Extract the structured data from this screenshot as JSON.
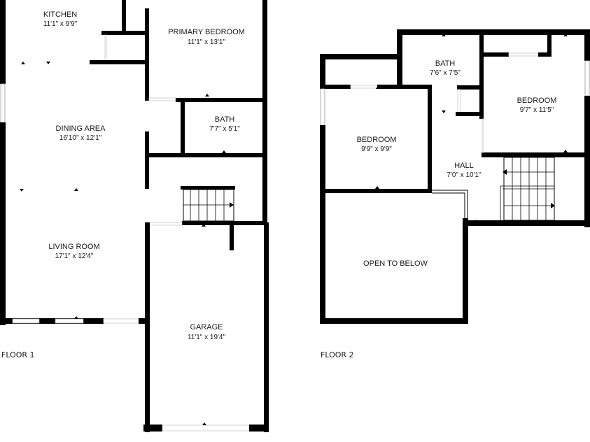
{
  "floors": [
    {
      "label": "FLOOR 1",
      "rooms": [
        {
          "name": "KITCHEN",
          "dims": "11'1\" x 9'9\""
        },
        {
          "name": "PRIMARY BEDROOM",
          "dims": "11'1\" x 13'1\""
        },
        {
          "name": "DINING AREA",
          "dims": "16'10\" x 12'1\""
        },
        {
          "name": "BATH",
          "dims": "7'7\" x 5'1\""
        },
        {
          "name": "LIVING ROOM",
          "dims": "17'1\" x 12'4\""
        },
        {
          "name": "GARAGE",
          "dims": "11'1\" x 19'4\""
        }
      ]
    },
    {
      "label": "FLOOR 2",
      "rooms": [
        {
          "name": "BATH",
          "dims": "7'6\" x 7'5\""
        },
        {
          "name": "BEDROOM",
          "dims": "9'7\" x 11'5\""
        },
        {
          "name": "BEDROOM",
          "dims": "9'9\" x 9'9\""
        },
        {
          "name": "HALL",
          "dims": "7'0\" x 10'1\""
        },
        {
          "name": "OPEN TO BELOW",
          "dims": ""
        }
      ]
    }
  ],
  "colors": {
    "wall": "#000000",
    "background": "#ffffff",
    "text": "#1a1a1a"
  }
}
